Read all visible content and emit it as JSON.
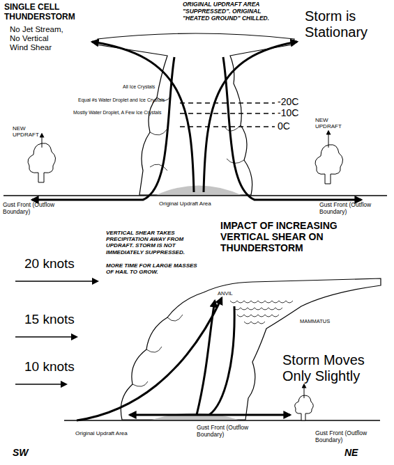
{
  "diagram": {
    "labels": [
      "SINGLE CELL THUNDERSTORM",
      "ORIGINAL UPDRAFT AREA \"SUPPRESSED\". ORIGINAL \"HEATED GROUND\" CHILLED.",
      "No Jet Stream, No Vertical Wind Shear",
      "Storm is Stationary",
      "All Ice Crystals",
      "-20C",
      "Equal #s Water Droplet and Ice Crystals",
      "-10C",
      "Mostly Water Droplet, A Few Ice Crystals",
      "0C",
      "NEW UPDRAFT",
      "NEW UPDRAFT",
      "Original Updraft Area",
      "Gust Front (Outflow Boundary)",
      "Gust Front (Outflow Boundary)",
      "VERTICAL SHEAR TAKES PRECIPITATION AWAY FROM UPDRAFT. STORM IS NOT IMMEDIATELY SUPPRESSED.",
      "MORE TIME FOR LARGE MASSES OF HAIL TO GROW.",
      "IMPACT OF INCREASING VERTICAL SHEAR ON THUNDERSTORM",
      "20 knots",
      "15 knots",
      "10 knots",
      "ANVIL",
      "MAMMATUS",
      "Storm Moves Only Slightly",
      "Original Updraft Area",
      "Gust Front (Outflow Boundary)",
      "Gust Front (Outflow Boundary)",
      "SW",
      "NE"
    ]
  }
}
